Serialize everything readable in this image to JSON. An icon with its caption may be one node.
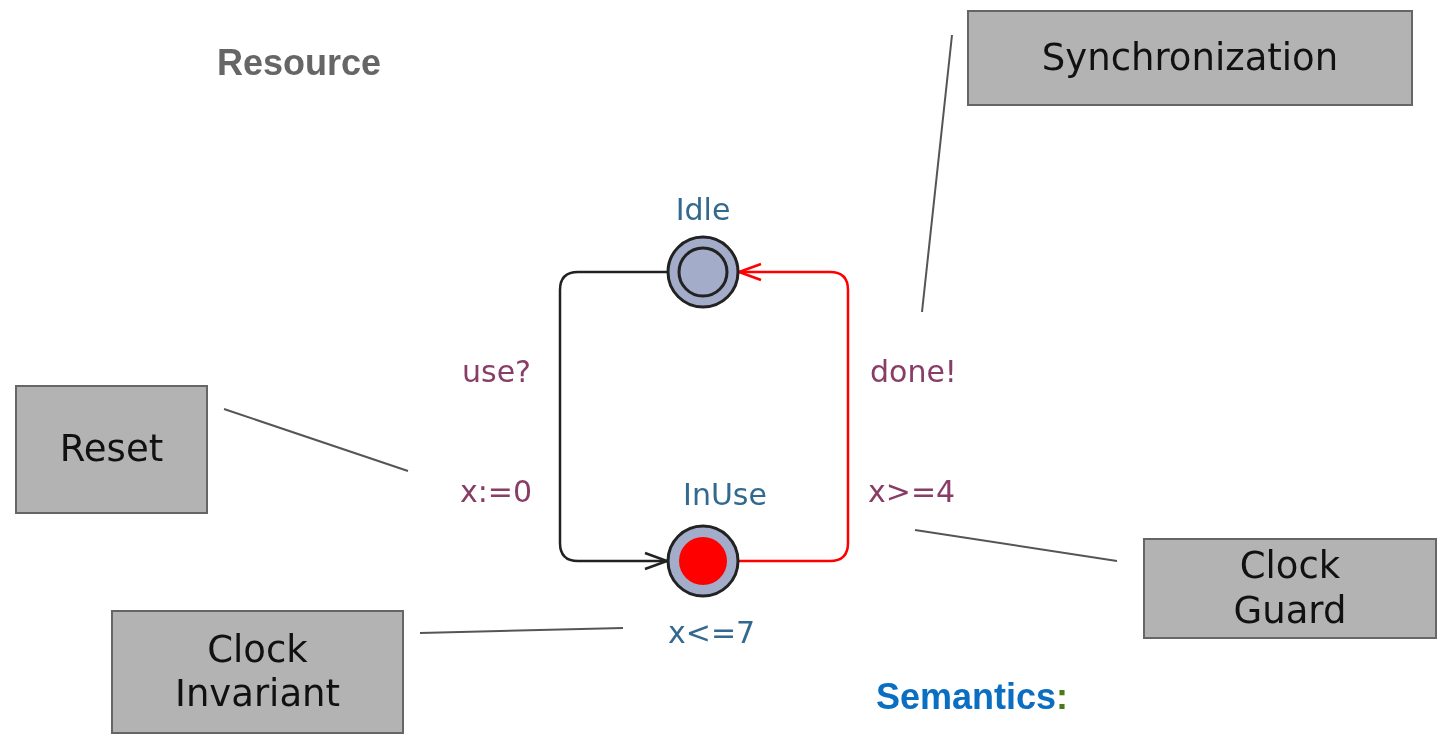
{
  "diagram": {
    "title": "Resource",
    "nodes": [
      {
        "text": [
          "Idle"
        ]
      },
      {
        "text": [
          "InUse"
        ],
        "beside": [
          "x<=7"
        ]
      },
      {
        "text": [
          "Synchronization"
        ]
      },
      {
        "text": [
          "Reset"
        ]
      },
      {
        "text": [
          "Clock Guard"
        ]
      },
      {
        "text": [
          "Clock Invariant"
        ]
      }
    ],
    "edges": [
      {
        "from": 0,
        "to": 1,
        "arrow": "to",
        "label": "use?"
      },
      {
        "from": 1,
        "to": 0,
        "arrow": "to",
        "label": "done!",
        "color": "#ff0000"
      },
      {
        "from": 2,
        "to": null,
        "arrow": "none"
      },
      {
        "from": 3,
        "to": null,
        "arrow": "none"
      },
      {
        "from": 4,
        "to": null,
        "arrow": "none"
      },
      {
        "from": 5,
        "to": null,
        "arrow": "none"
      }
    ],
    "labels": [
      "x:=0",
      "x>=4",
      "Semantics:"
    ]
  }
}
